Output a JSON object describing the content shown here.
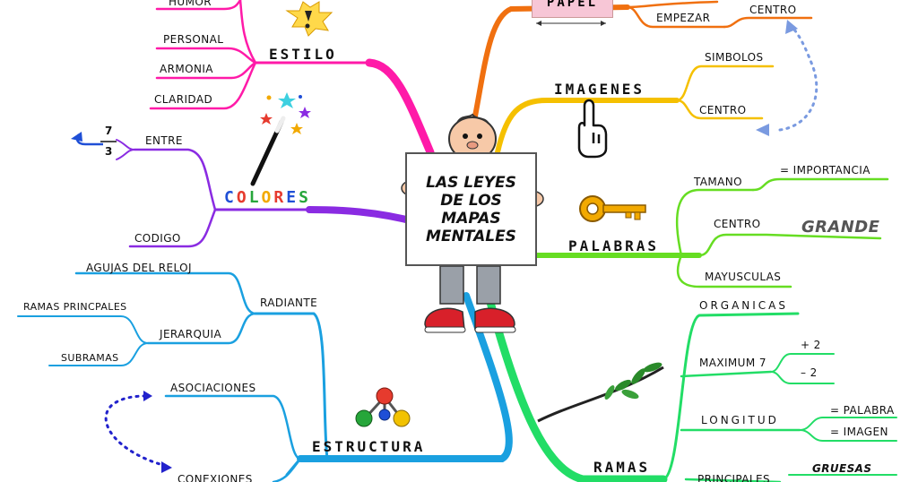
{
  "sign": {
    "lines": [
      "LAS LEYES",
      "DE LOS",
      "MAPAS",
      "MENTALES"
    ]
  },
  "branches": {
    "estilo": {
      "title": "ESTILO",
      "color": "#ff1aa8",
      "items": [
        "HUMOR",
        "PERSONAL",
        "ARMONIA",
        "CLARIDAD"
      ]
    },
    "colores": {
      "letters": [
        "C",
        "O",
        "L",
        "O",
        "R",
        "E",
        "S"
      ],
      "letter_colors": [
        "#1f4fd6",
        "#e63b2e",
        "#26a63a",
        "#f2a900",
        "#e63b2e",
        "#1f4fd6",
        "#26a63a"
      ],
      "color": "#8a2be2",
      "items": [
        "ENTRE",
        "CODIGO"
      ],
      "numbers": [
        "7",
        "3"
      ]
    },
    "estructura": {
      "title": "ESTRUCTURA",
      "color": "#1aa0e0",
      "radiante": "RADIANTE",
      "agujas": "AGUJAS DEL RELOJ",
      "jerarquia": "JERARQUIA",
      "ramas_principales": "RAMAS PRINCPALES",
      "subramas": "SUBRAMAS",
      "asociaciones": "ASOCIACIONES",
      "conexiones": "CONEXIONES"
    },
    "papel": {
      "title": "PAPEL",
      "color": "#f07010",
      "empezar": "EMPEZAR",
      "centro": "CENTRO"
    },
    "imagenes": {
      "title": "IMAGENES",
      "color": "#f5c000",
      "items": [
        "SIMBOLOS",
        "CENTRO"
      ]
    },
    "palabras": {
      "title": "PALABRAS",
      "color": "#66dd22",
      "tamano": "TAMANO",
      "importancia": "= IMPORTANCIA",
      "centro": "CENTRO",
      "grande": "GRANDE",
      "mayusculas": "MAYUSCULAS"
    },
    "ramas": {
      "title": "RAMAS",
      "color": "#22dd66",
      "organicas": "ORGANICAS",
      "maximum": "MAXIMUM 7",
      "plus": "+ 2",
      "minus": "– 2",
      "longitud": "LONGITUD",
      "palabra": "= PALABRA",
      "imagen": "= IMAGEN",
      "principales": "PRINCIPALES",
      "gruesas": "GRUESAS"
    }
  }
}
